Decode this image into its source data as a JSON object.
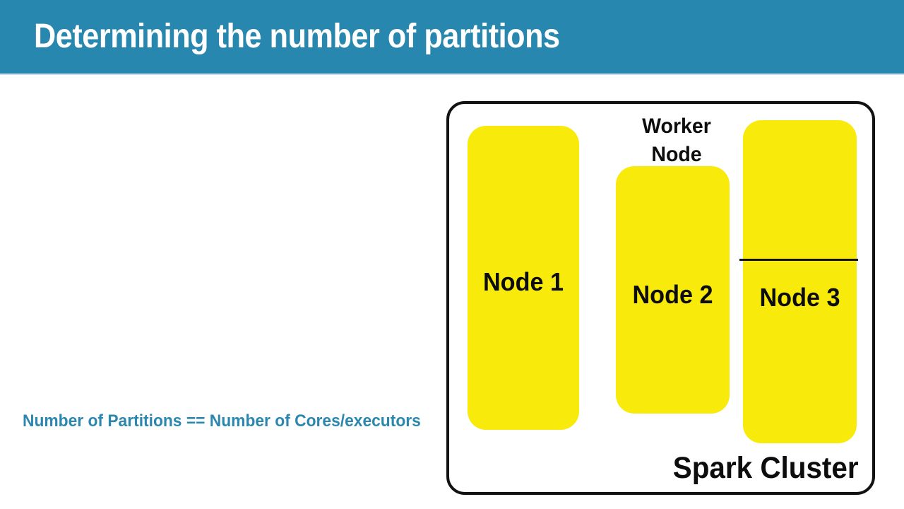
{
  "slide": {
    "title": "Determining the number of partitions",
    "formula": "Number of Partitions == Number of Cores/executors"
  },
  "diagram": {
    "cluster_label": "Spark Cluster",
    "worker_label_line1": "Worker",
    "worker_label_line2": "Node",
    "nodes": [
      {
        "label": "Node 1",
        "partitioned": false
      },
      {
        "label": "Node 2",
        "partitioned": false
      },
      {
        "label": "Node 3",
        "partitioned": true
      }
    ]
  },
  "colors": {
    "header_bg": "#2787AE",
    "accent_text": "#2C87AE",
    "node_fill": "#F8EB0C",
    "outline": "#121212",
    "header_underline": "#C6E0EE",
    "title_text": "#FFFFFF"
  }
}
